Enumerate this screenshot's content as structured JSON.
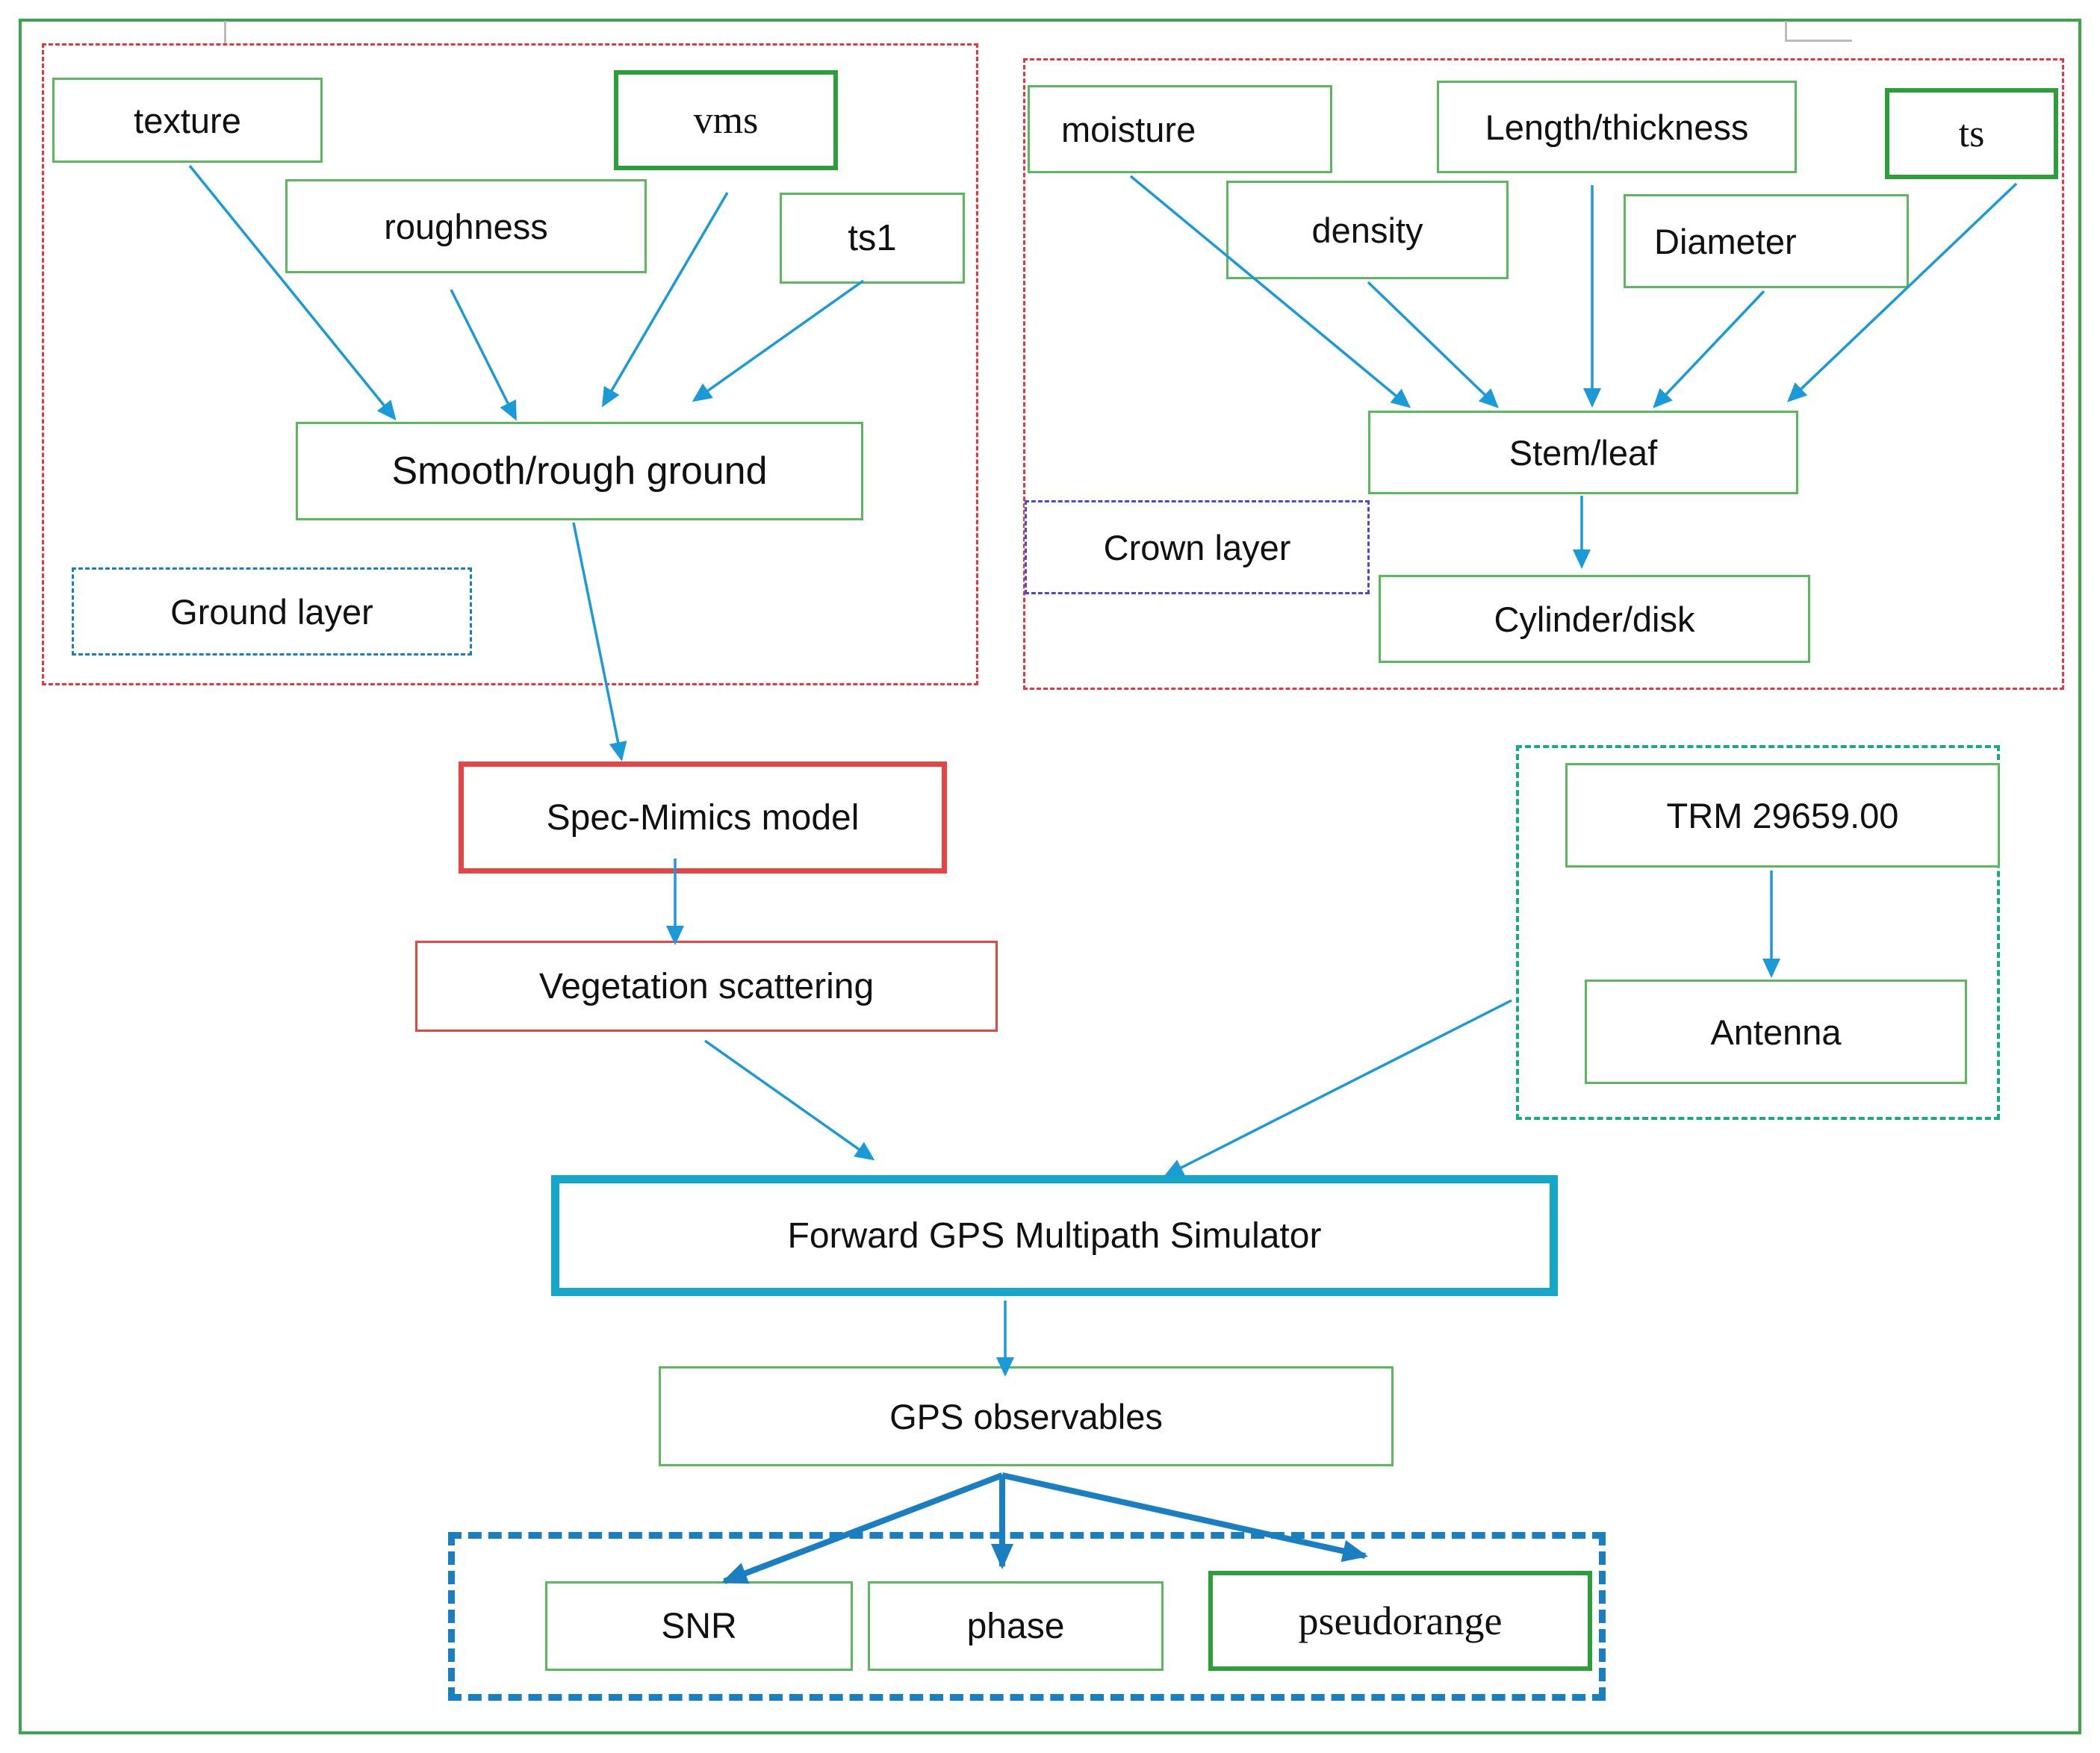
{
  "colors": {
    "outer_border": "#3aa84a",
    "box_border": "#5cb85c",
    "arrow": "#1a9ad6",
    "group_red": "#e8373c",
    "group_blue": "#1a7fc0",
    "group_purple": "#4a4ad0",
    "group_teal": "#1aa88c",
    "simulator_border": "#15a7c9",
    "model_border": "#e64545"
  },
  "ground": {
    "texture": "texture",
    "vms": "vms",
    "roughness": "roughness",
    "ts1": "ts1",
    "smooth_rough_ground": "Smooth/rough ground",
    "layer_label": "Ground layer"
  },
  "crown": {
    "moisture": "moisture",
    "length_thickness": "Length/thickness",
    "ts": "ts",
    "density": "density",
    "diameter": "Diameter",
    "stem_leaf": "Stem/leaf",
    "layer_label": "Crown layer",
    "cylinder_disk": "Cylinder/disk"
  },
  "model": {
    "spec_mimics": "Spec-Mimics model",
    "vegetation_scattering": "Vegetation scattering"
  },
  "receiver": {
    "trm": "TRM  29659.00",
    "antenna": "Antenna"
  },
  "simulator": {
    "title": "Forward  GPS Multipath Simulator",
    "gps_observables": "GPS observables"
  },
  "outputs": {
    "snr": "SNR",
    "phase": "phase",
    "pseudorange": "pseudorange"
  }
}
